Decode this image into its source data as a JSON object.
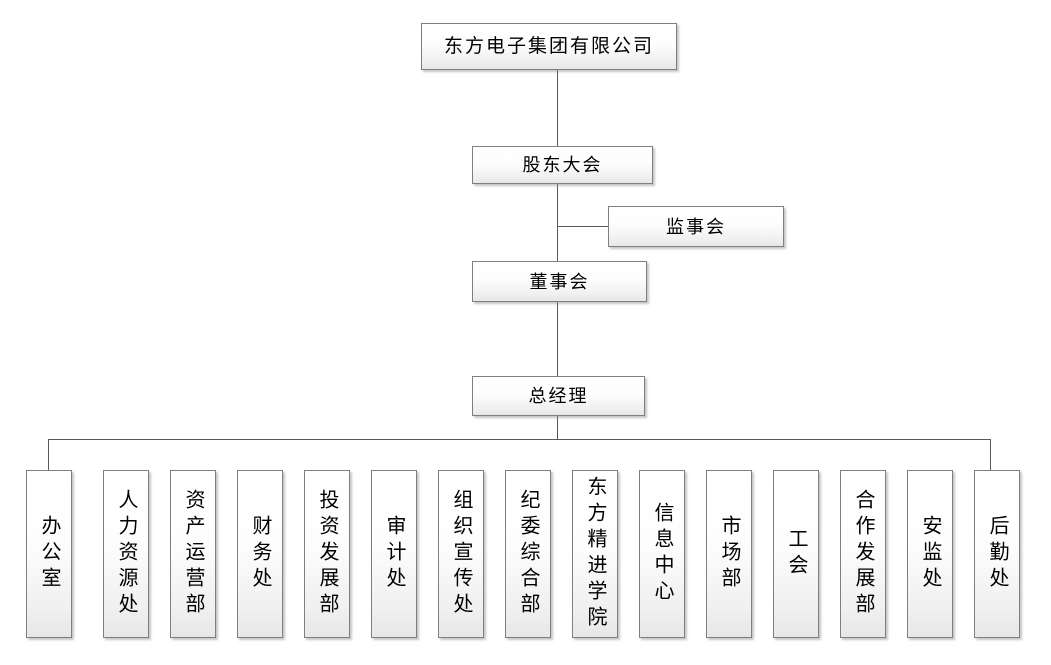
{
  "org": {
    "company": "东方电子集团有限公司",
    "shareholders_meeting": "股东大会",
    "supervisory_board": "监事会",
    "board_of_directors": "董事会",
    "general_manager": "总经理",
    "departments": [
      "办公室",
      "人力资源处",
      "资产运营部",
      "财务处",
      "投资发展部",
      "审计处",
      "组织宣传处",
      "纪委综合部",
      "东方精进学院",
      "信息中心",
      "市场部",
      "工会",
      "合作发展部",
      "安监处",
      "后勤处"
    ]
  },
  "style": {
    "background": "#ffffff",
    "line_color": "#595959",
    "box_border_color": "#7f7f7f",
    "box_fill_top": "#ffffff",
    "box_fill_bottom": "#e7e7e7",
    "text_color": "#000000"
  }
}
